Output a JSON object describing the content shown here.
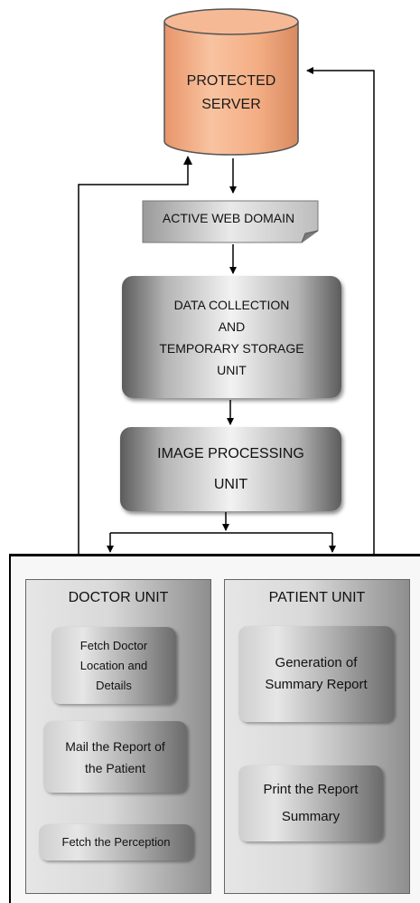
{
  "server": {
    "label": "PROTECTED\nSERVER",
    "fill": "#f5b287"
  },
  "web_domain": {
    "label": "ACTIVE WEB DOMAIN"
  },
  "data_collection": {
    "label": "DATA COLLECTION\nAND\nTEMPORARY STORAGE\nUNIT"
  },
  "image_processing": {
    "label": "IMAGE PROCESSING\nUNIT"
  },
  "doctor_unit": {
    "title": "DOCTOR UNIT",
    "steps": [
      {
        "label": "Fetch Doctor\nLocation and\nDetails"
      },
      {
        "label": "Mail the Report of\nthe Patient"
      },
      {
        "label": "Fetch the Perception"
      }
    ]
  },
  "patient_unit": {
    "title": "PATIENT UNIT",
    "steps": [
      {
        "label": "Generation of\nSummary Report"
      },
      {
        "label": "Print the Report\nSummary"
      }
    ]
  }
}
